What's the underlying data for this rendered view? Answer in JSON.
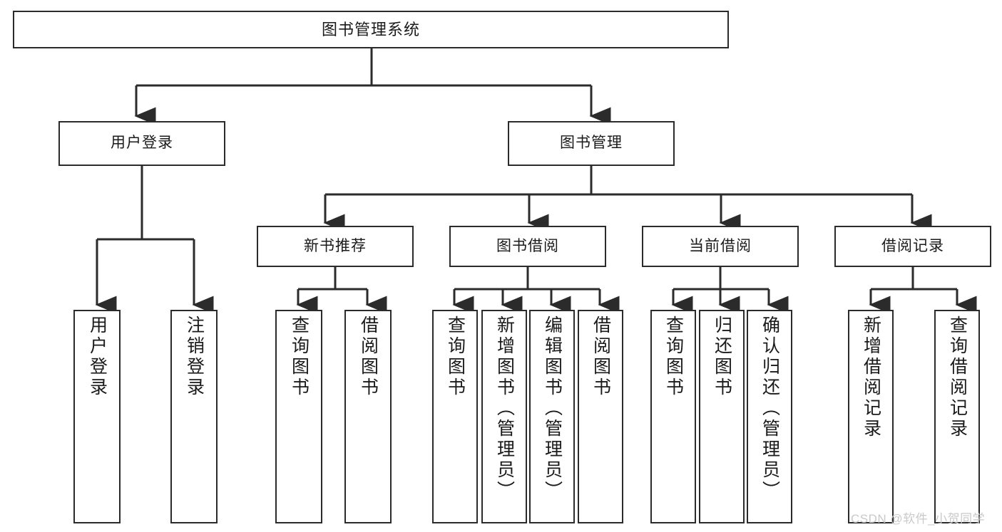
{
  "diagram": {
    "title": "图书管理系统",
    "type": "tree",
    "watermark": "CSDN @软件_小贺同学",
    "colors": {
      "stroke": "#2b2b2b",
      "fill": "#ffffff",
      "text": "#1a1a1a",
      "watermark": "#c9c9c9"
    },
    "nodes": {
      "root": "图书管理系统",
      "level2": [
        "用户登录",
        "图书管理"
      ],
      "level3": [
        "新书推荐",
        "图书借阅",
        "当前借阅",
        "借阅记录"
      ],
      "leaves": {
        "user_login": [
          "用户登录",
          "注销登录"
        ],
        "new_book_recommend": [
          "查询图书",
          "借阅图书"
        ],
        "book_borrow": [
          "查询图书",
          "新增图书（管理员）",
          "编辑图书（管理员）",
          "借阅图书"
        ],
        "current_borrow": [
          "查询图书",
          "归还图书",
          "确认归还（管理员）"
        ],
        "borrow_record": [
          "新增借阅记录",
          "查询借阅记录"
        ]
      }
    }
  }
}
